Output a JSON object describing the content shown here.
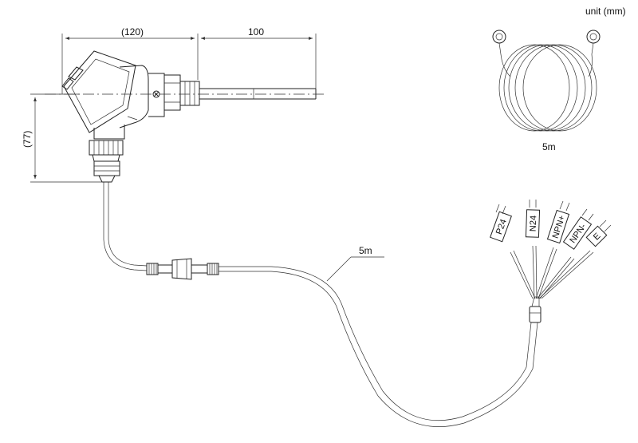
{
  "unit_label": "unit (mm)",
  "dimensions": {
    "head_width": "(120)",
    "probe_length": "100",
    "head_height": "(77)"
  },
  "cable_length_label": "5m",
  "coil_length_label": "5m",
  "wire_tags": [
    "P24",
    "N24",
    "NPN+",
    "NPN-",
    "E"
  ]
}
